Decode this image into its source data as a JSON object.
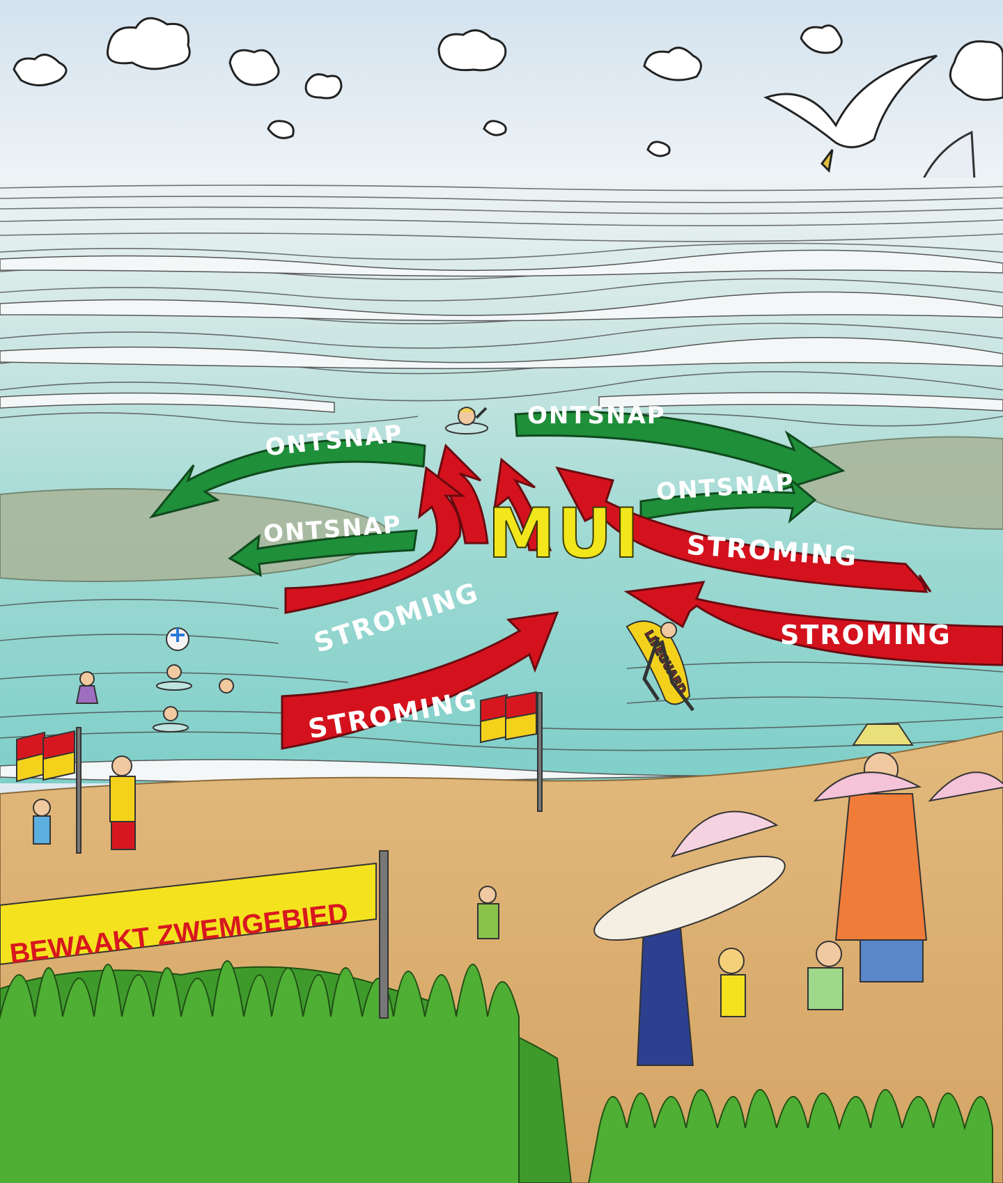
{
  "labels": {
    "mui": "MUI",
    "ontsnap": "ONTSNAP",
    "stroming": "STROMING",
    "banner": "BEWAAKT ZWEMGEBIED",
    "lifeguard": "LIFEGUARD"
  },
  "colors": {
    "sky": "#dfe9f1",
    "sea": "#8fd3cd",
    "sea_deep": "#b9dcd8",
    "sandbank": "#a9b79c",
    "sand": "#dcb47a",
    "grass": "#3f9a2c",
    "escape_arrow": "#1f8f3a",
    "current_arrow": "#d4121e",
    "mui_text": "#f2e61c",
    "flag_red": "#d7171f",
    "flag_yellow": "#f4d21c",
    "banner_fill": "#f4e21f"
  }
}
